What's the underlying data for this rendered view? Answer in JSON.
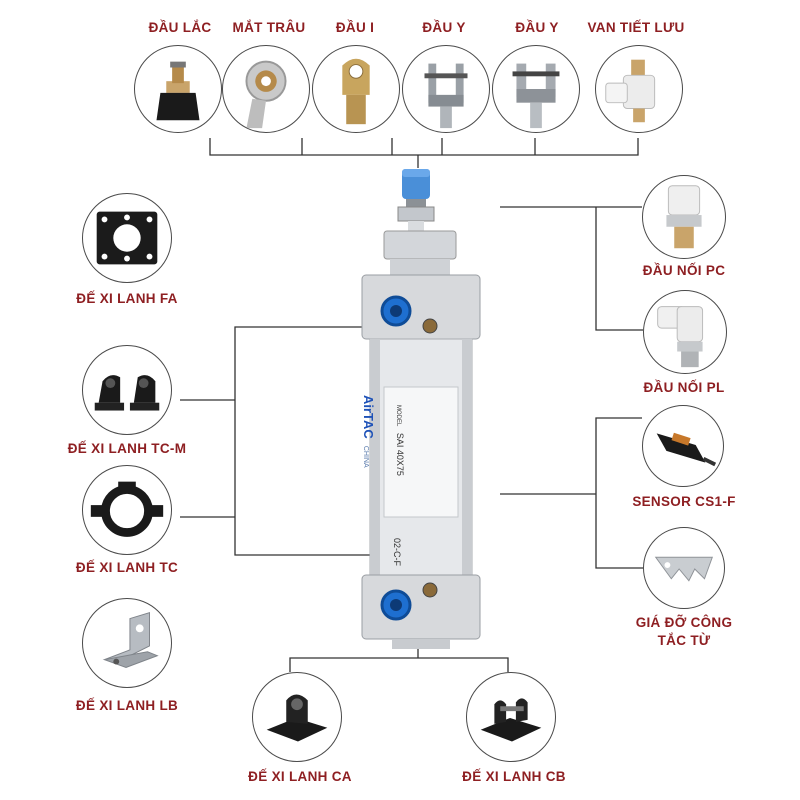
{
  "top_parts": [
    {
      "label": "ĐẦU LẮC",
      "icon": "rod-end-ball-joint-icon"
    },
    {
      "label": "MẮT TRÂU",
      "icon": "rod-eye-bearing-icon"
    },
    {
      "label": "ĐẦU I",
      "icon": "i-type-rod-end-icon"
    },
    {
      "label": "ĐẦU Y",
      "icon": "y-clevis-steel-icon"
    },
    {
      "label": "ĐẦU Y",
      "icon": "y-clevis-silver-icon"
    },
    {
      "label": "VAN TIẾT LƯU",
      "icon": "flow-control-valve-icon"
    }
  ],
  "left_parts": [
    {
      "label": "ĐẾ XI LANH FA",
      "icon": "flange-mount-fa-icon"
    },
    {
      "label": "ĐẾ XI LANH TC-M",
      "icon": "trunnion-mount-tcm-icon"
    },
    {
      "label": "ĐẾ XI LANH TC",
      "icon": "trunnion-ring-tc-icon"
    },
    {
      "label": "ĐẾ XI LANH LB",
      "icon": "foot-mount-lb-icon"
    }
  ],
  "right_parts": [
    {
      "label": "ĐẦU NỐI PC",
      "icon": "straight-fitting-pc-icon"
    },
    {
      "label": "ĐẦU NỐI PL",
      "icon": "elbow-fitting-pl-icon"
    },
    {
      "label": "SENSOR CS1-F",
      "icon": "reed-sensor-icon"
    },
    {
      "label_lines": [
        "GIÁ ĐỠ CÔNG",
        "TẮC TỪ"
      ],
      "icon": "sensor-bracket-icon"
    }
  ],
  "bottom_parts": [
    {
      "label": "ĐẾ XI LANH CA",
      "icon": "clevis-mount-ca-icon"
    },
    {
      "label": "ĐẾ XI LANH CB",
      "icon": "double-clevis-mount-cb-icon"
    }
  ],
  "cylinder": {
    "brand": "AirTAC",
    "origin": "CHINA",
    "model_caption": "MODEL",
    "model": "SAI 40X75",
    "code": "02-C-F"
  },
  "colors": {
    "label": "#8e1f22",
    "line": "#333333",
    "circle_border": "#4a4a4a",
    "cylinder_body": "#e4e6ea",
    "port_blue": "#1e6fd0"
  }
}
